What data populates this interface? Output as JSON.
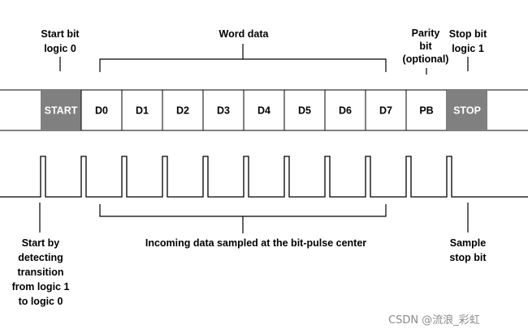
{
  "labels": {
    "start_bit": "Start bit\nlogic 0",
    "word_data": "Word data",
    "parity_bit": "Parity\nbit\n(optional)",
    "stop_bit": "Stop bit\nlogic 1",
    "start_detect": "Start by\ndetecting\ntransition\nfrom logic 1\nto logic 0",
    "incoming": "Incoming data sampled at the bit-pulse center",
    "sample_stop": "Sample\nstop bit"
  },
  "frame": {
    "cells": [
      {
        "text": "START",
        "kind": "marker"
      },
      {
        "text": "D0",
        "kind": "data"
      },
      {
        "text": "D1",
        "kind": "data"
      },
      {
        "text": "D2",
        "kind": "data"
      },
      {
        "text": "D3",
        "kind": "data"
      },
      {
        "text": "D4",
        "kind": "data"
      },
      {
        "text": "D5",
        "kind": "data"
      },
      {
        "text": "D6",
        "kind": "data"
      },
      {
        "text": "D7",
        "kind": "data"
      },
      {
        "text": "PB",
        "kind": "data"
      },
      {
        "text": "STOP",
        "kind": "marker"
      }
    ]
  },
  "colors": {
    "marker_fill": "#808080",
    "marker_text": "#ffffff",
    "line": "#000000"
  },
  "watermark": "CSDN @流浪_彩虹"
}
